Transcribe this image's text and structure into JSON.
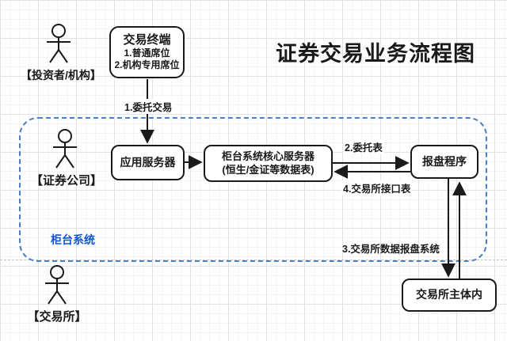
{
  "title": "证券交易业务流程图",
  "group": {
    "label": "柜台系统"
  },
  "actors": {
    "investor": {
      "label": "【投资者/机构】"
    },
    "broker": {
      "label": "【证券公司】"
    },
    "exchange": {
      "label": "【交易所】"
    }
  },
  "nodes": {
    "terminal": {
      "title": "交易终端",
      "item1": "1.普通席位",
      "item2": "2.机构专用席位"
    },
    "app_server": {
      "label": "应用服务器"
    },
    "core_server": {
      "line1": "柜台系统核心服务器",
      "line2": "(恒生/金证等数据表)"
    },
    "quote_program": {
      "label": "报盘程序"
    },
    "exchange_host": {
      "label": "交易所主体内"
    }
  },
  "edges": {
    "entrust_trade": {
      "label": "1.委托交易"
    },
    "entrust_table": {
      "label": "2.委托表"
    },
    "exchange_report": {
      "label": "3.交易所数据报盘系统"
    },
    "exchange_interface": {
      "label": "4.交易所接口表"
    }
  },
  "colors": {
    "accent_blue": "#1155cc",
    "dashed_border": "#4b7fc4",
    "stroke": "#1a1a1a"
  }
}
